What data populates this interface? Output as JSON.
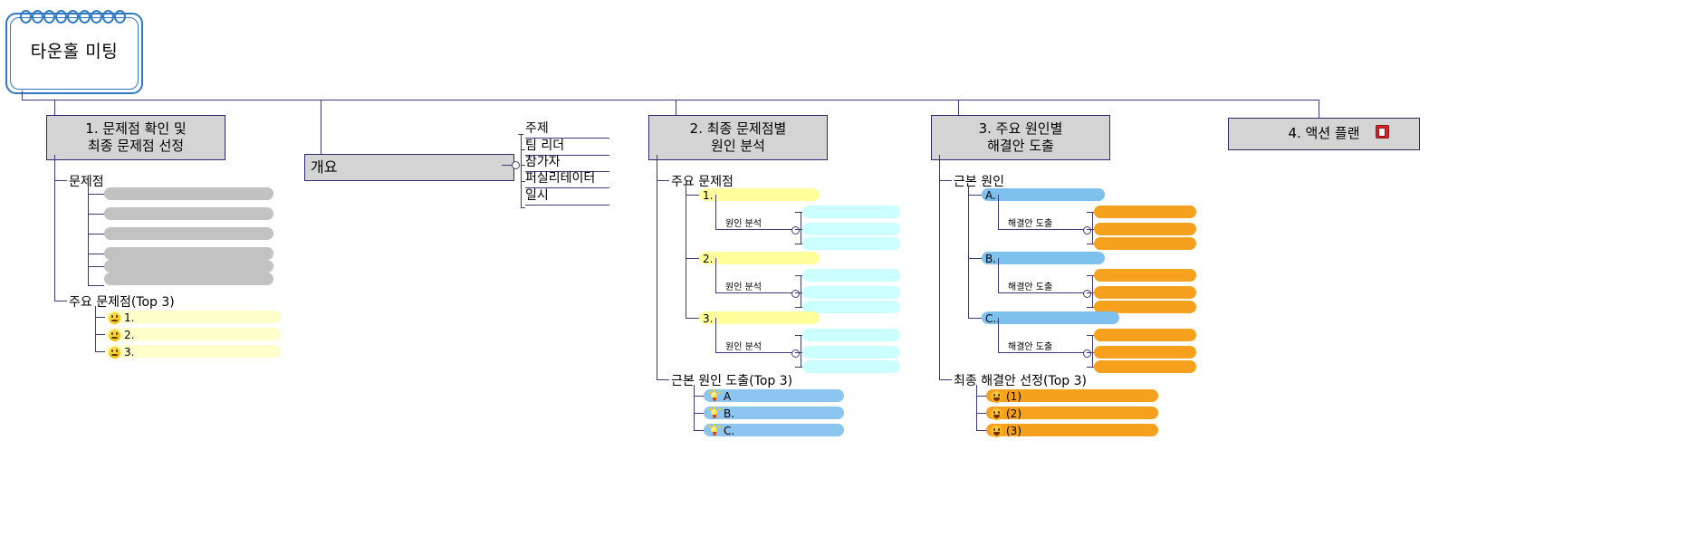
{
  "root": {
    "title": "타운홀 미팅",
    "icon": "notepad-icon"
  },
  "branches": [
    {
      "id": "b1",
      "title": "1. 문제점 확인 및\n최종 문제점 선정",
      "title_line1": "1. 문제점 확인 및",
      "title_line2": "최종 문제점 선정",
      "groups": [
        {
          "label": "문제점",
          "items": [
            "",
            "",
            "",
            "",
            "",
            ""
          ],
          "style": "grey"
        },
        {
          "label": "주요 문제점(Top 3)",
          "style": "yellow",
          "items": [
            {
              "icon": "sad-face-icon",
              "text": "1."
            },
            {
              "icon": "sad-face-icon",
              "text": "2."
            },
            {
              "icon": "sad-face-icon",
              "text": "3."
            }
          ]
        }
      ]
    },
    {
      "id": "overview",
      "title": "개요",
      "items": [
        "주제",
        "팀 리더",
        "참가자",
        "퍼실리테이터",
        "일시"
      ]
    },
    {
      "id": "b2",
      "title_line1": "2. 최종 문제점별",
      "title_line2": "원인 분석",
      "groups": [
        {
          "label": "주요 문제점",
          "style": "yellow",
          "items": [
            {
              "text": "1.",
              "sub_label": "원인 분석",
              "sub_items": [
                "",
                "",
                ""
              ]
            },
            {
              "text": "2.",
              "sub_label": "원인 분석",
              "sub_items": [
                "",
                "",
                ""
              ]
            },
            {
              "text": "3.",
              "sub_label": "원인 분석",
              "sub_items": [
                "",
                "",
                ""
              ]
            }
          ]
        },
        {
          "label": "근본 원인 도출(Top 3)",
          "style": "blue",
          "items": [
            {
              "icon": "lightbulb-icon",
              "text": "A"
            },
            {
              "icon": "lightbulb-icon",
              "text": "B."
            },
            {
              "icon": "lightbulb-icon",
              "text": "C."
            }
          ]
        }
      ]
    },
    {
      "id": "b3",
      "title_line1": "3. 주요 원인별",
      "title_line2": "해결안 도출",
      "groups": [
        {
          "label": "근본 원인",
          "style": "blue",
          "items": [
            {
              "text": "A.",
              "sub_label": "해결안 도출",
              "sub_items": [
                "",
                "",
                ""
              ]
            },
            {
              "text": "B.",
              "sub_label": "해결안 도출",
              "sub_items": [
                "",
                "",
                ""
              ]
            },
            {
              "text": "C..",
              "sub_label": "해결안 도출",
              "sub_items": [
                "",
                "",
                ""
              ]
            }
          ]
        },
        {
          "label": "최종 해결안 선정(Top 3)",
          "style": "orange",
          "items": [
            {
              "icon": "happy-face-icon",
              "text": "(1)"
            },
            {
              "icon": "happy-face-icon",
              "text": "(2)"
            },
            {
              "icon": "happy-face-icon",
              "text": "(3)"
            }
          ]
        }
      ]
    },
    {
      "id": "b4",
      "title": "4. 액션 플랜",
      "icon": "note-attachment-icon"
    }
  ],
  "colors": {
    "connector": "#3b3b7a",
    "header_fill": "#d4d4d4",
    "header_border": "#2b2b6b",
    "grey_pill": "#c2c2c2",
    "yellow_pill": "#ffff9b",
    "yellow_light": "#ffffcc",
    "cyan_pill": "#ccffff",
    "blue_pill": "#8cc6f0",
    "orange_pill": "#f5a11e",
    "notepad_border": "#2f78c4"
  }
}
